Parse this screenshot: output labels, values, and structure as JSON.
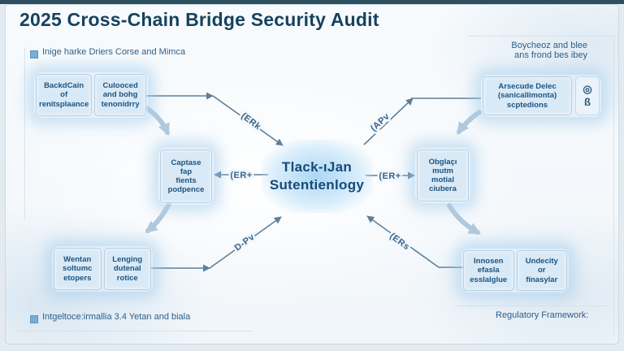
{
  "title": "2025 Cross-Chain Bridge Security Audit",
  "legends": {
    "top_left": "Inige harke Driers Corse and Mimca",
    "top_right": "Boycheoz and blee\nans frond bes ibey",
    "bottom_left": "Intgeltoce:irmallia 3.4 Yetan and biala",
    "bottom_right": "Regulatory Framework:"
  },
  "nodes": {
    "center": "Tlack-ıJan\nSutentienlogy",
    "top_left_a": "BackdCain\nof\nrenitsplaance",
    "top_left_b": "Culooced\nand bohg\ntenonidrry",
    "top_right": "Arsecude Delec\n(sanicallimonta)\nscptedions",
    "mid_left": "Captase\nfap\nfients\npodpence",
    "mid_right": "Obglaçı\nmutm\nmotial\nciubera",
    "bottom_left_a": "Wentan\nsoltumc\netopers",
    "bottom_left_b": "Lenging\ndutenal\nrotice",
    "bottom_right_a": "Innosen\nefasla\nesslalglue",
    "bottom_right_b": "Undecity\nor\nfinasylar"
  },
  "edge_labels": {
    "top_left": "(ERk",
    "top_right": "(APv",
    "mid_left": "(ER+",
    "mid_right": "(ER+",
    "bottom_left": "D-Pv",
    "bottom_right": "(ERs"
  },
  "icons": {
    "target": "◎",
    "clip": "ß"
  },
  "colors": {
    "title_text": "#16425f",
    "node_text": "#1d5480",
    "node_bg": "#d9e9f6",
    "node_border": "#b5d0e4",
    "arrow": "#5d7f9b",
    "curved_arrow": "#b2c9dc",
    "legend_text": "#2e5e86",
    "top_bar": "#2e505e",
    "panel_border": "#c9d9e5"
  }
}
